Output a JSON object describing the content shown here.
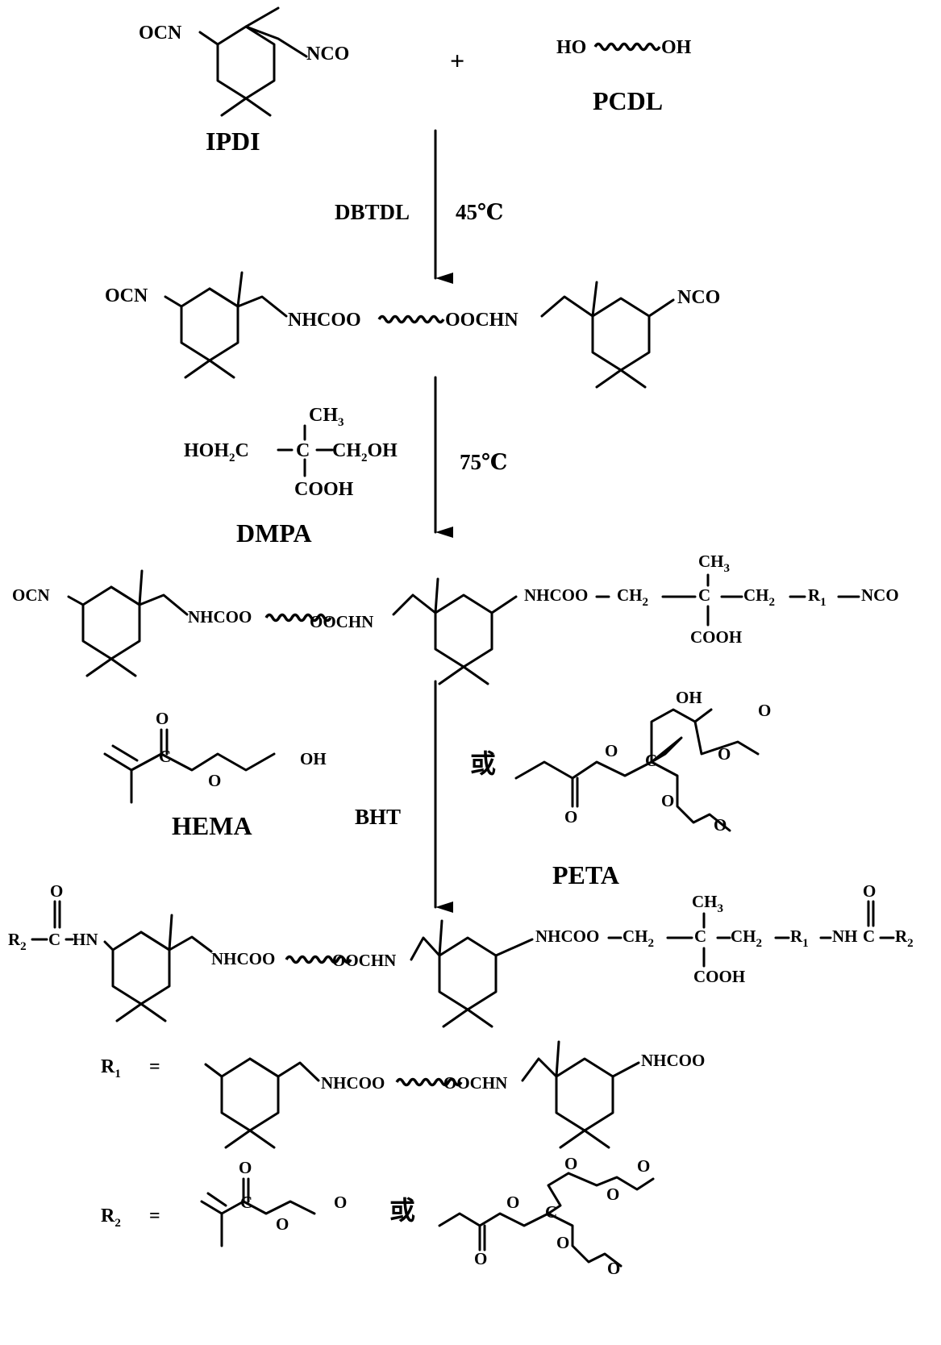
{
  "step1": {
    "ipdi_left_label": "OCN",
    "ipdi_right_label": "NCO",
    "ipdi_name": "IPDI",
    "plus": "+",
    "pcdl_left": "HO",
    "pcdl_right": "OH",
    "pcdl_name": "PCDL",
    "catalyst": "DBTDL",
    "temperature": "45℃"
  },
  "prepolymer1": {
    "left_end": "OCN",
    "link_left": "NHCOO",
    "link_right": "OOCHN",
    "right_end": "NCO"
  },
  "step2": {
    "dmpa_ch3": "CH",
    "dmpa_ch3_sub": "3",
    "dmpa_left": "HOH",
    "dmpa_left_sub": "2",
    "dmpa_left_c": "C",
    "dmpa_center": "C",
    "dmpa_right": "CH",
    "dmpa_right_sub": "2",
    "dmpa_right_oh": "OH",
    "dmpa_cooh": "COOH",
    "dmpa_name": "DMPA",
    "temperature": "75℃"
  },
  "prepolymer2": {
    "left_end": "OCN",
    "link_left": "NHCOO",
    "link_right": "OOCHN",
    "link3": "NHCOO",
    "ch2a": "CH",
    "ch2a_sub": "2",
    "c_center": "C",
    "ch3": "CH",
    "ch3_sub": "3",
    "ch2b": "CH",
    "ch2b_sub": "2",
    "r1": "R",
    "r1_sub": "1",
    "nco": "NCO",
    "cooh": "COOH"
  },
  "step3": {
    "hema_o": "O",
    "hema_c": "C",
    "hema_o2": "O",
    "hema_oh": "OH",
    "hema_name": "HEMA",
    "inhibitor": "BHT",
    "or": "或",
    "peta_oh": "OH",
    "peta_c": "C",
    "peta_o": "O",
    "peta_name": "PETA"
  },
  "product": {
    "r2": "R",
    "r2_sub": "2",
    "c": "C",
    "hn": "HN",
    "o": "O",
    "link_left": "NHCOO",
    "link_right": "OOCHN",
    "link3": "NHCOO",
    "ch2a": "CH",
    "ch2a_sub": "2",
    "c_center": "C",
    "ch3": "CH",
    "ch3_sub": "3",
    "ch2b": "CH",
    "ch2b_sub": "2",
    "r1": "R",
    "r1_sub": "1",
    "nh": "NH",
    "c2": "C",
    "r2b": "R",
    "r2b_sub": "2",
    "cooh": "COOH"
  },
  "definitions": {
    "r1_label": "R",
    "r1_sub": "1",
    "equals": "=",
    "r1_link_left": "NHCOO",
    "r1_link_right": "OOCHN",
    "r1_end": "NHCOO",
    "r2_label": "R",
    "r2_sub": "2",
    "r2_or": "或",
    "o": "O",
    "c": "C"
  }
}
